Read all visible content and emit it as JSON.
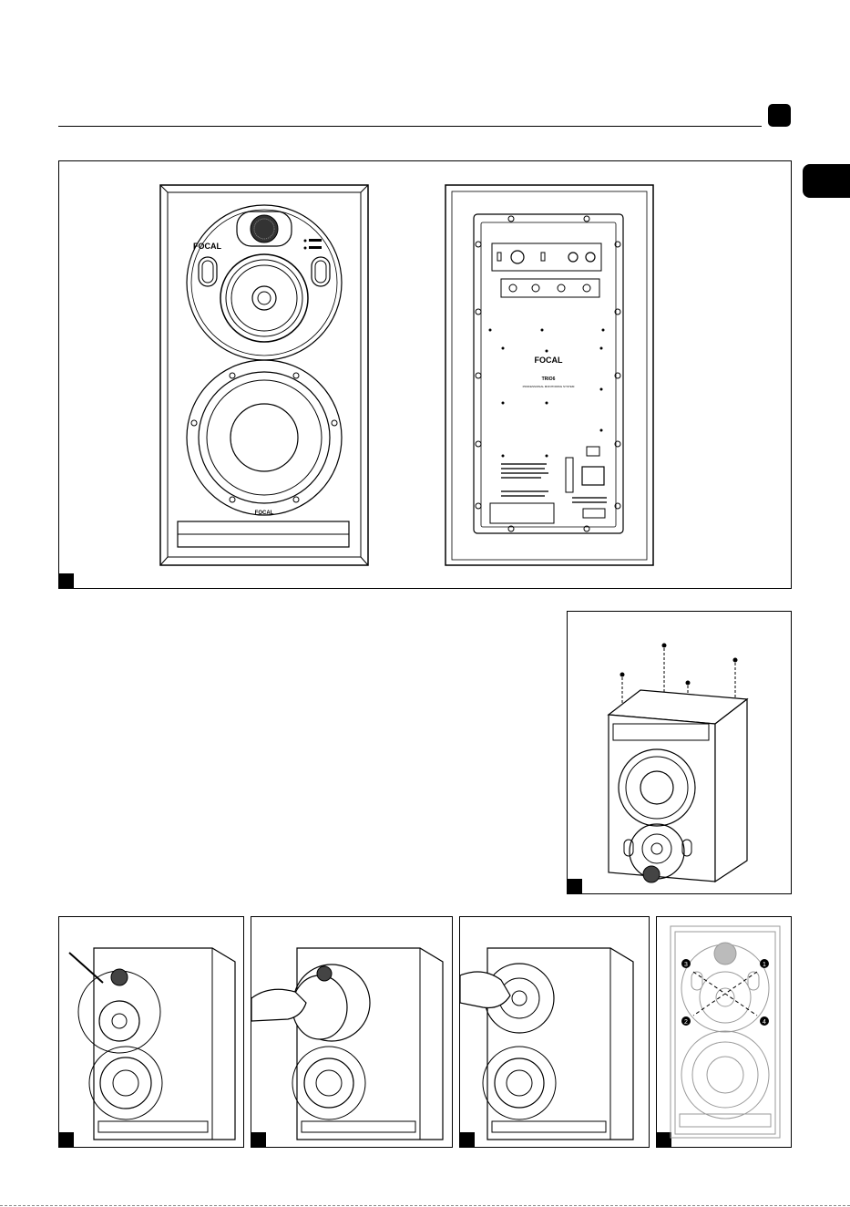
{
  "brand": {
    "logo_text": "FOCAL",
    "model_text": "TRIO6"
  },
  "rear_panel": {
    "subtitle": "PROFESSIONAL MONITORING SYSTEM"
  },
  "step_numbers": [
    "3",
    "1",
    "2",
    "4"
  ],
  "colors": {
    "ink": "#000000",
    "paper": "#ffffff",
    "hatch": "#555555",
    "ghost": "#9a9a9a"
  },
  "icons": {
    "page_badge": "black-square",
    "language_tab": "black-tab",
    "figure_tag": "black-square-tag"
  }
}
